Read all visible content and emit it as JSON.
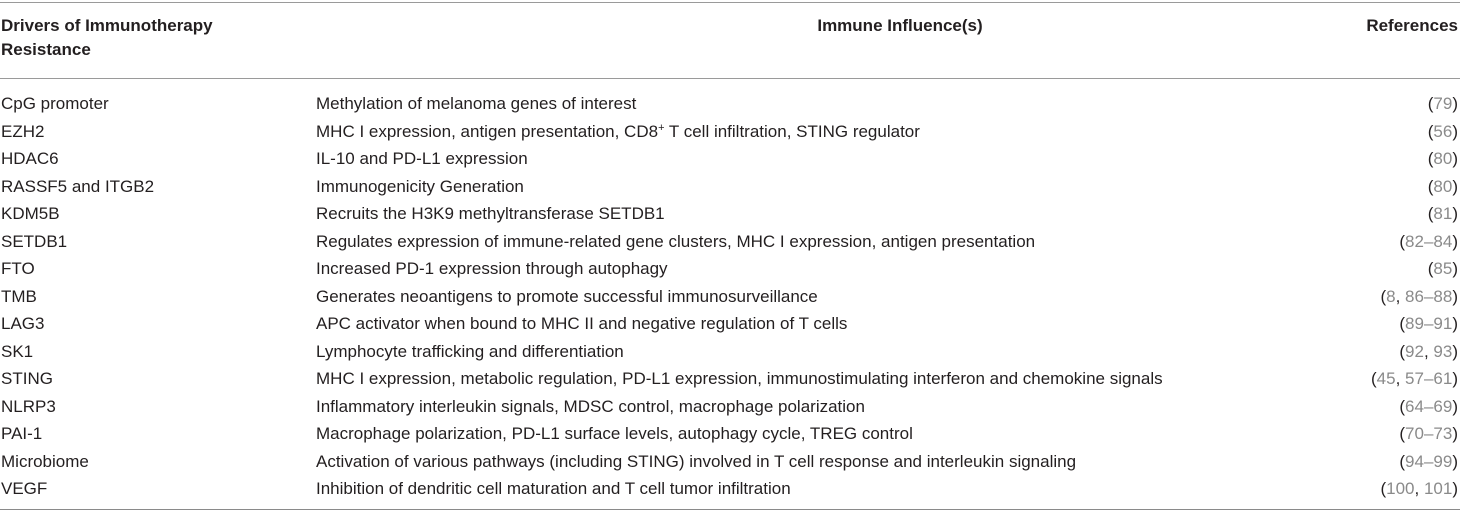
{
  "table": {
    "header": {
      "driver": "Drivers of Immunotherapy Resistance",
      "influence": "Immune Influence(s)",
      "references": "References"
    },
    "rows": [
      {
        "driver": "CpG promoter",
        "influence": "Methylation of melanoma genes of interest",
        "refs": [
          "79"
        ]
      },
      {
        "driver": "EZH2",
        "influence_pre": "MHC I expression, antigen presentation, CD8",
        "influence_sup": "+",
        "influence_post": " T cell infiltration, STING regulator",
        "refs": [
          "56"
        ]
      },
      {
        "driver": "HDAC6",
        "influence": "IL-10 and PD-L1 expression",
        "refs": [
          "80"
        ]
      },
      {
        "driver": "RASSF5 and ITGB2",
        "influence": "Immunogenicity Generation",
        "refs": [
          "80"
        ]
      },
      {
        "driver": "KDM5B",
        "influence": "Recruits the H3K9 methyltransferase SETDB1",
        "refs": [
          "81"
        ]
      },
      {
        "driver": "SETDB1",
        "influence": "Regulates expression of immune-related gene clusters, MHC I expression, antigen presentation",
        "refs": [
          "82–84"
        ]
      },
      {
        "driver": "FTO",
        "influence": "Increased PD-1 expression through autophagy",
        "refs": [
          "85"
        ]
      },
      {
        "driver": "TMB",
        "influence": "Generates neoantigens to promote successful immunosurveillance",
        "refs": [
          "8",
          "86–88"
        ]
      },
      {
        "driver": "LAG3",
        "influence": "APC activator when bound to MHC II and negative regulation of T cells",
        "refs": [
          "89–91"
        ]
      },
      {
        "driver": "SK1",
        "influence": "Lymphocyte trafficking and differentiation",
        "refs": [
          "92",
          "93"
        ]
      },
      {
        "driver": "STING",
        "influence": "MHC I expression, metabolic regulation, PD-L1 expression, immunostimulating interferon and chemokine signals",
        "refs": [
          "45",
          "57–61"
        ]
      },
      {
        "driver": "NLRP3",
        "influence": "Inflammatory interleukin signals, MDSC control, macrophage polarization",
        "refs": [
          "64–69"
        ]
      },
      {
        "driver": "PAI-1",
        "influence": "Macrophage polarization, PD-L1 surface levels, autophagy cycle, TREG control",
        "refs": [
          "70–73"
        ]
      },
      {
        "driver": "Microbiome",
        "influence": "Activation of various pathways (including STING) involved in T cell response and interleukin signaling",
        "refs": [
          "94–99"
        ]
      },
      {
        "driver": "VEGF",
        "influence": "Inhibition of dendritic cell maturation and T cell tumor infiltration",
        "refs": [
          "100",
          "101"
        ]
      }
    ]
  },
  "colors": {
    "text": "#231f20",
    "ref_link": "#8a8a8a",
    "rule": "#9a9a9a"
  }
}
